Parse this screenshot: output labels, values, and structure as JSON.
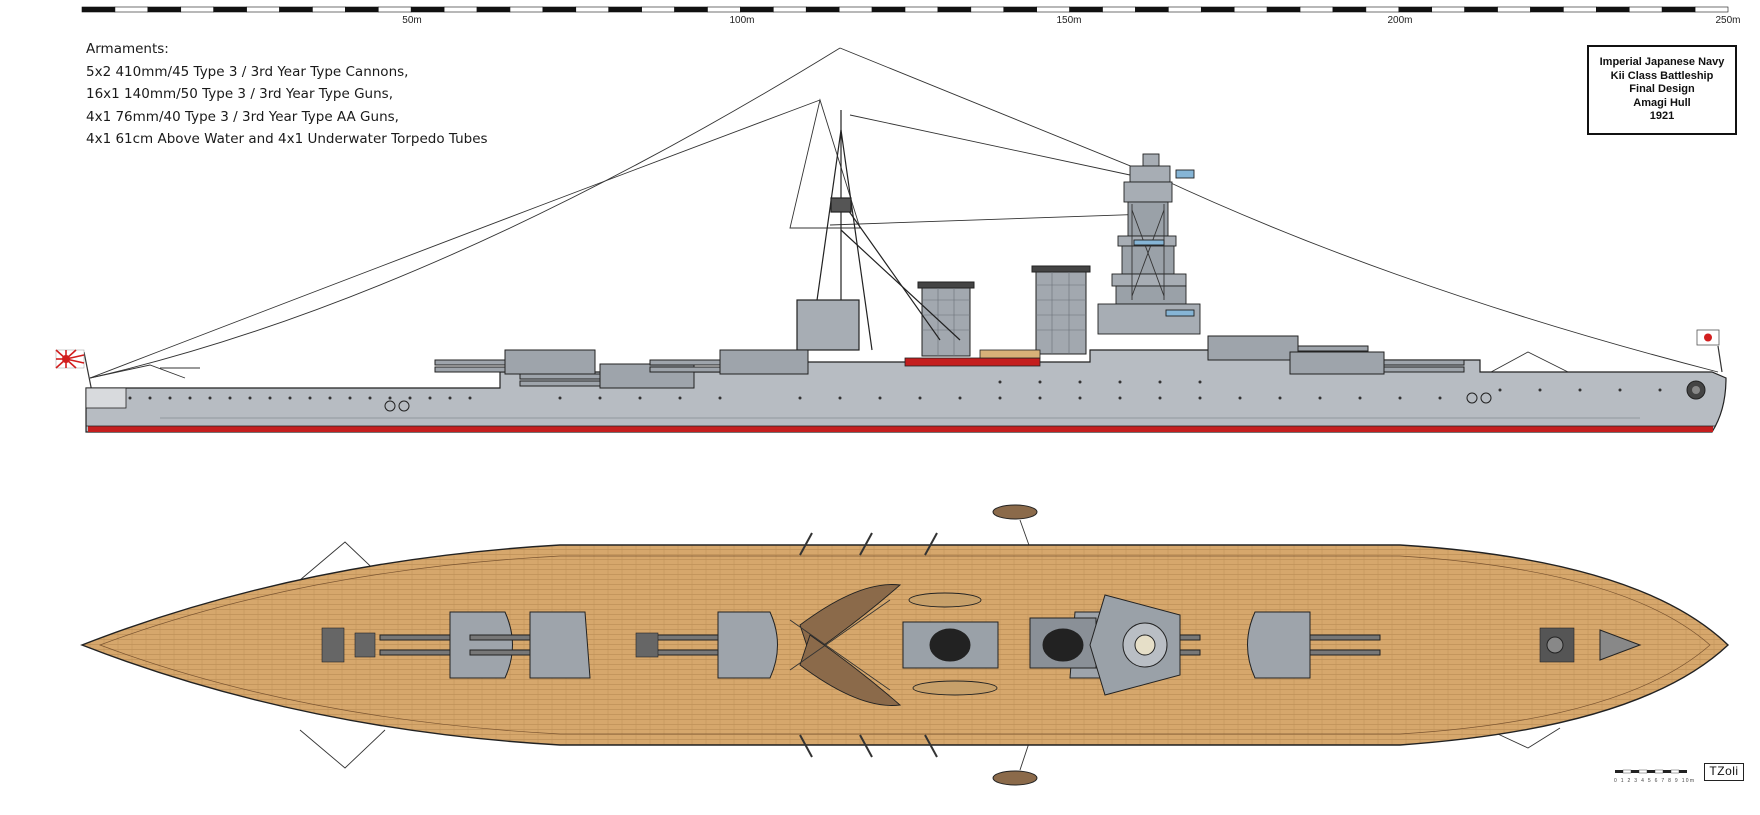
{
  "scale_bar": {
    "labels": [
      "50m",
      "100m",
      "150m",
      "200m",
      "250m"
    ]
  },
  "armaments": {
    "heading": "Armaments:",
    "lines": [
      "5x2 410mm/45 Type 3 / 3rd Year Type Cannons,",
      "16x1 140mm/50 Type 3 / 3rd Year Type Guns,",
      "4x1 76mm/40 Type 3 / 3rd Year Type AA Guns,",
      "4x1 61cm Above Water and 4x1 Underwater Torpedo Tubes"
    ]
  },
  "title_block": {
    "line1": "Imperial Japanese Navy",
    "line2": "Kii Class Battleship",
    "line3": "Final Design",
    "line4": "Amagi Hull",
    "line5": "1921"
  },
  "signature": "TZoli",
  "mini_scale_labels": "0 1 2 3 4 5 6 7 8 9 10m",
  "colors": {
    "hull_grey": "#b7bcc2",
    "hull_dark": "#6f757c",
    "boot_topping": "#c41e1e",
    "deck_wood": "#d6a76c",
    "deck_plank_line": "#a77a45",
    "turret_grey": "#9ea4ab",
    "outline": "#222222"
  },
  "icons": [
    "rising-sun-ensign-icon",
    "hinomaru-jack-icon",
    "chrysanthemum-crest-icon"
  ]
}
